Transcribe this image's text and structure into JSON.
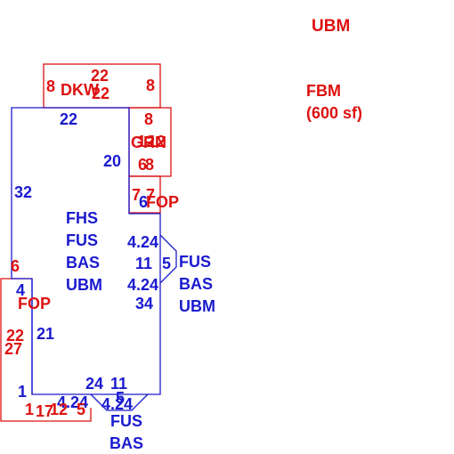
{
  "colors": {
    "main": "#1a1ad0",
    "accessory": "#dd1111",
    "background": "#ffffff"
  },
  "legend": {
    "ubm": "UBM",
    "fbm": "FBM",
    "fbm_area": "(600 sf)"
  },
  "main": {
    "codes": [
      "FHS",
      "FUS",
      "BAS",
      "UBM"
    ],
    "dims": {
      "top": "22",
      "left": "32",
      "notch": "20",
      "notch2": "6",
      "bay_a": "4.24",
      "bay_mid": "11",
      "bay_five": "5",
      "bay_b": "4.24",
      "right_low": "34",
      "lower_left": "21",
      "bottom_left": "1",
      "bottom_a": "24",
      "bottom_b": "11",
      "bottom_bay_a": "4.24",
      "bottom_bay_five": "5",
      "bottom_bay_b": "4.24",
      "small_four": "4"
    }
  },
  "bay_right": {
    "codes": [
      "FUS",
      "BAS",
      "UBM"
    ]
  },
  "bay_bottom": {
    "codes": [
      "FUS",
      "BAS"
    ]
  },
  "deck": {
    "code": "DKW",
    "dims": {
      "top": "22",
      "bottom": "22",
      "left": "8",
      "right": "8"
    }
  },
  "garage": {
    "code": "GRN",
    "dims": {
      "top": "8",
      "left": "12",
      "right": "12",
      "bottom_a": "6",
      "bottom_b": "8"
    }
  },
  "porch_top": {
    "code": "FOP",
    "dims": {
      "a": "7",
      "b": "7"
    }
  },
  "porch_left": {
    "code": "FOP",
    "dims": {
      "top": "6",
      "left_a": "22",
      "left_b": "27",
      "bottom_a": "1",
      "bottom_b": "17",
      "bottom_c": "12",
      "bottom_d": "5"
    }
  }
}
